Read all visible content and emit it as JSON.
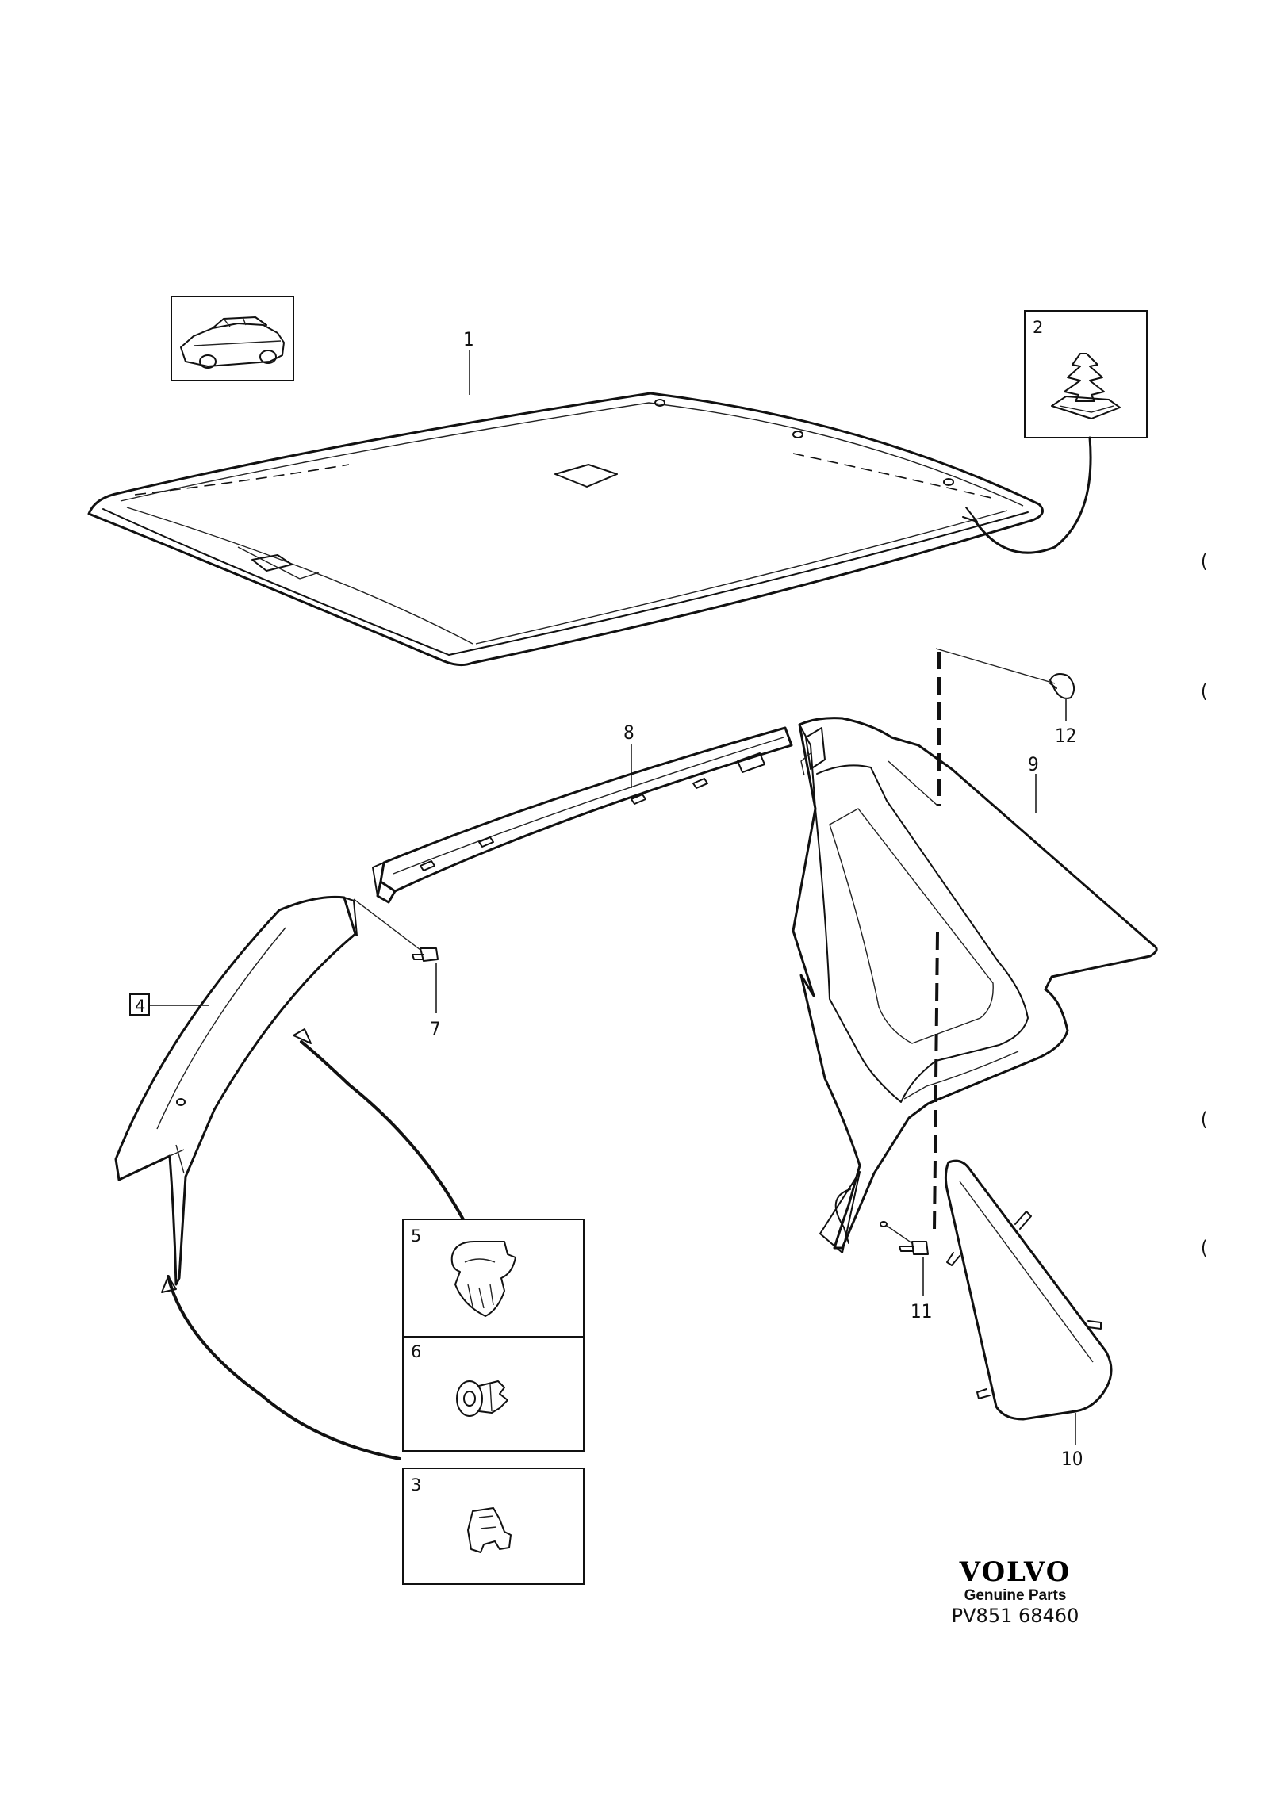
{
  "callouts": {
    "c1": "1",
    "c2": "2",
    "c3": "3",
    "c4": "4",
    "c5": "5",
    "c6": "6",
    "c7": "7",
    "c8": "8",
    "c9": "9",
    "c10": "10",
    "c11": "11",
    "c12": "12"
  },
  "branding": {
    "logo": "VOLVO",
    "tagline": "Genuine Parts",
    "code": "PV851 68460"
  },
  "margin_marks": [
    "(",
    "(",
    "(",
    "("
  ]
}
